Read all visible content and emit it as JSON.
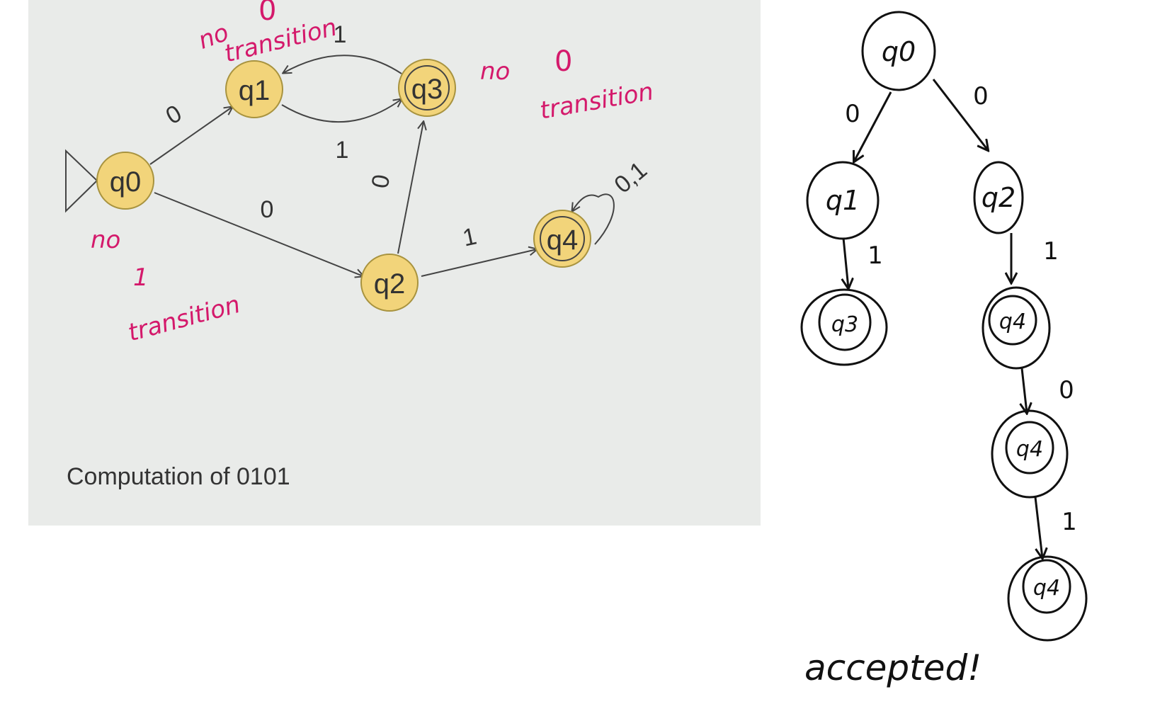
{
  "automaton": {
    "states": {
      "q0": "q0",
      "q1": "q1",
      "q2": "q2",
      "q3": "q3",
      "q4": "q4"
    },
    "edges": {
      "q0_q1": "0",
      "q0_q2": "0",
      "q1_q3": "1",
      "q3_q1": "1",
      "q2_q3": "0",
      "q2_q4": "1",
      "q4_loop": "0,1"
    },
    "caption": "Computation of 0101"
  },
  "annotations": {
    "q1_no": "no",
    "q1_zero": "0",
    "q1_transition": "transition",
    "q3_no": "no",
    "q3_zero": "0",
    "q3_transition": "transition",
    "q0_no": "no",
    "q0_one": "1",
    "q0_transition": "transition"
  },
  "computation_tree": {
    "nodes": {
      "root": "q0",
      "left_1": "q1",
      "right_1": "q2",
      "left_2": "q3",
      "right_2": "q4",
      "right_3": "q4",
      "right_4": "q4"
    },
    "edges": {
      "root_left": "0",
      "root_right": "0",
      "left_1_2": "1",
      "right_1_2": "1",
      "right_2_3": "0",
      "right_3_4": "1"
    },
    "result": "accepted!"
  },
  "colors": {
    "panel": "#e9ebe9",
    "state_fill": "#f2d47a",
    "state_stroke": "#a8933f",
    "annotation_ink": "#d4196b",
    "tree_ink": "#111111"
  }
}
